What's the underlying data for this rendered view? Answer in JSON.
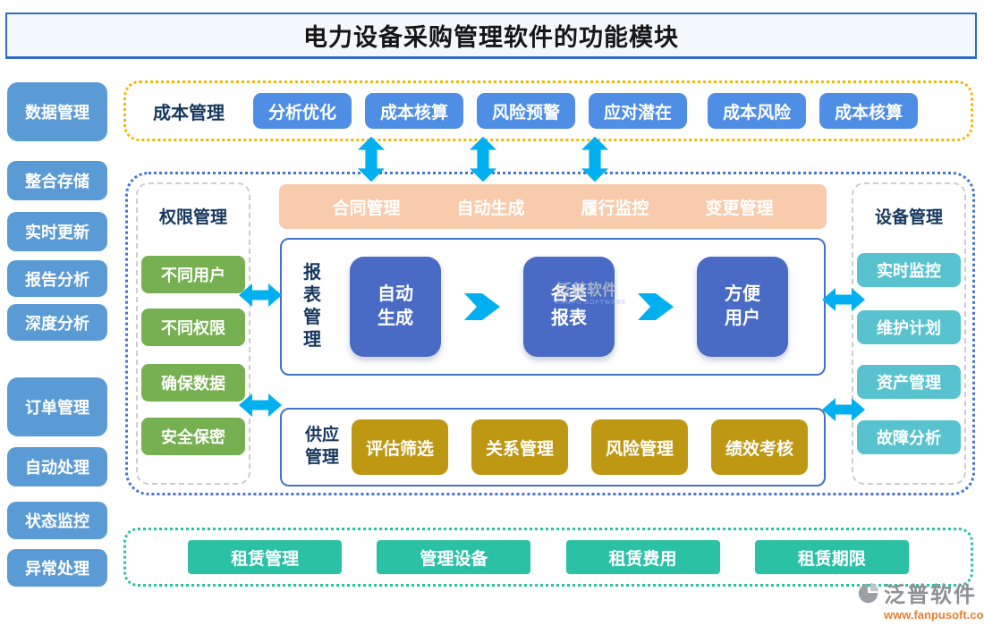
{
  "title": "电力设备采购管理软件的功能模块",
  "sidebar": {
    "items": [
      "数据管理",
      "整合存储",
      "实时更新",
      "报告分析",
      "深度分析",
      "订单管理",
      "自动处理",
      "状态监控",
      "异常处理"
    ]
  },
  "cost": {
    "label": "成本管理",
    "buttons": [
      "分析优化",
      "成本核算",
      "风险预警",
      "应对潜在",
      "成本风险",
      "成本核算"
    ]
  },
  "contract": {
    "items": [
      "合同管理",
      "自动生成",
      "履行监控",
      "变更管理"
    ]
  },
  "permission": {
    "label": "权限管理",
    "buttons": [
      "不同用户",
      "不同权限",
      "确保数据",
      "安全保密"
    ]
  },
  "report": {
    "label": "报表管理",
    "steps": [
      "自动生成",
      "各类报表",
      "方便用户"
    ]
  },
  "supply": {
    "label": "供应管理",
    "buttons": [
      "评估筛选",
      "关系管理",
      "风险管理",
      "绩效考核"
    ]
  },
  "device": {
    "label": "设备管理",
    "buttons": [
      "实时监控",
      "维护计划",
      "资产管理",
      "故障分析"
    ]
  },
  "lease": {
    "buttons": [
      "租赁管理",
      "管理设备",
      "租赁费用",
      "租赁期限"
    ]
  },
  "watermark": {
    "text": "泛普软件",
    "subtext": "FANPU SOFTWARE"
  },
  "logo": {
    "name": "泛普软件",
    "url": "www.fanpusoft.com"
  },
  "colors": {
    "sidebar_blue": "#5b9bd5",
    "cost_button_blue": "#4e8ee5",
    "arrow_cyan": "#00b0f0",
    "navy_text": "#17375e",
    "peach_bar": "#f8cbad",
    "box_border_blue": "#4472c4",
    "step_blue": "#4a6bc5",
    "green": "#76b050",
    "gold": "#be9713",
    "teal": "#58c3ce",
    "lease_teal": "#2bc1a5",
    "cost_frame_gold": "#f2b705",
    "mid_frame_blue": "#4574d4",
    "url_orange": "#ed7d31"
  }
}
